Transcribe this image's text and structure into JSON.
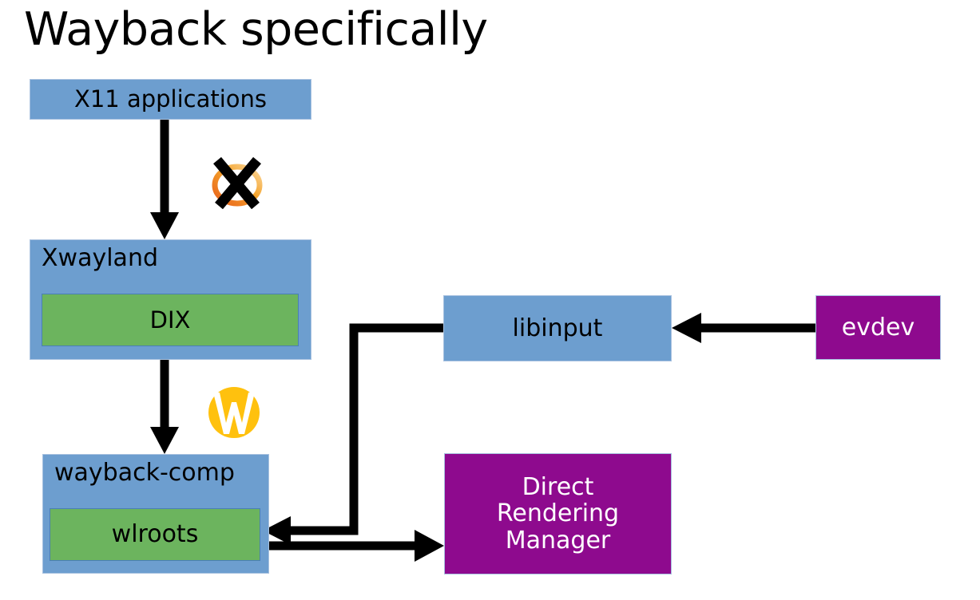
{
  "page": {
    "title": "Wayback specifically",
    "background": "#ffffff"
  },
  "colors": {
    "blue": "#6d9ecf",
    "green": "#6cb45e",
    "purple": "#8e0a8e",
    "arrow": "#000000",
    "text_dark": "#000000",
    "text_light": "#ffffff",
    "xorg_orange": "#f07c21",
    "wayland_yellow": "#ffc10e"
  },
  "diagram": {
    "type": "block-diagram",
    "nodes": [
      {
        "id": "x11-applications",
        "label": "X11 applications",
        "color": "blue",
        "text_color": "#000000"
      },
      {
        "id": "xwayland",
        "label": "Xwayland",
        "color": "blue",
        "text_color": "#000000"
      },
      {
        "id": "dix",
        "label": "DIX",
        "color": "green",
        "text_color": "#000000",
        "parent": "xwayland"
      },
      {
        "id": "wayback-comp",
        "label": "wayback-comp",
        "color": "blue",
        "text_color": "#000000"
      },
      {
        "id": "wlroots",
        "label": "wlroots",
        "color": "green",
        "text_color": "#000000",
        "parent": "wayback-comp"
      },
      {
        "id": "libinput",
        "label": "libinput",
        "color": "blue",
        "text_color": "#000000"
      },
      {
        "id": "evdev",
        "label": "evdev",
        "color": "purple",
        "text_color": "#ffffff"
      },
      {
        "id": "drm",
        "label": "Direct Rendering Manager",
        "color": "purple",
        "text_color": "#ffffff",
        "label_lines": [
          "Direct",
          "Rendering",
          "Manager"
        ]
      }
    ],
    "edges": [
      {
        "id": "x11-to-xwayland",
        "from": "x11-applications",
        "to": "xwayland",
        "badge": "xorg-logo"
      },
      {
        "id": "xwayland-to-comp",
        "from": "xwayland",
        "to": "wayback-comp",
        "badge": "wayland-logo"
      },
      {
        "id": "evdev-to-libinput",
        "from": "evdev",
        "to": "libinput"
      },
      {
        "id": "libinput-to-wlroots",
        "from": "libinput",
        "to": "wlroots"
      },
      {
        "id": "wlroots-to-drm",
        "from": "wlroots",
        "to": "drm"
      }
    ],
    "logos": [
      {
        "id": "xorg-logo",
        "name": "X.Org"
      },
      {
        "id": "wayland-logo",
        "name": "Wayland"
      }
    ]
  }
}
